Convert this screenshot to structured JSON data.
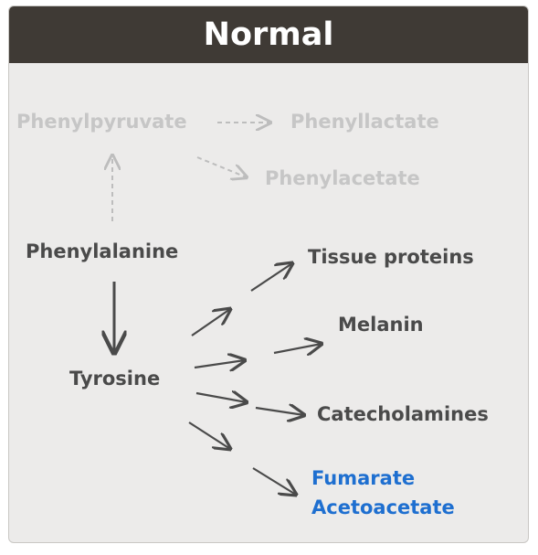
{
  "header": {
    "title": "Normal"
  },
  "nodes": {
    "phenylpyruvate": "Phenylpyruvate",
    "phenyllactate": "Phenyllactate",
    "phenylacetate": "Phenylacetate",
    "phenylalanine": "Phenylalanine",
    "tissue_proteins": "Tissue proteins",
    "melanin": "Melanin",
    "tyrosine": "Tyrosine",
    "catecholamines": "Catecholamines",
    "fumarate": "Fumarate",
    "acetoacetate": "Acetoacetate"
  },
  "colors": {
    "header_bg": "#3f3a35",
    "panel_bg": "#ecebea",
    "active_text": "#4a4a4a",
    "faded_text": "#c6c6c6",
    "highlight_text": "#1e6fd0"
  }
}
